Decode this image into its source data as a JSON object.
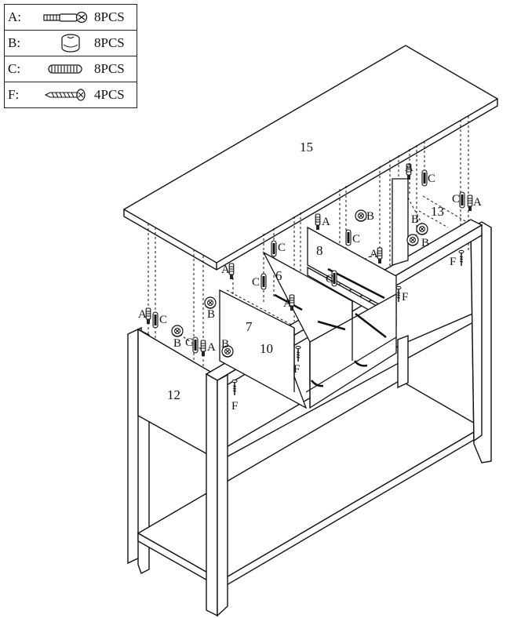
{
  "hardware": [
    {
      "code": "A:",
      "icon": "cam-bolt-icon",
      "qty": "8PCS"
    },
    {
      "code": "B:",
      "icon": "cam-lock-icon",
      "qty": "8PCS"
    },
    {
      "code": "C:",
      "icon": "wood-dowel-icon",
      "qty": "8PCS"
    },
    {
      "code": "F:",
      "icon": "screw-icon",
      "qty": "4PCS"
    }
  ],
  "panel_labels": {
    "top": "15",
    "side_left": "12",
    "divider_7": "7",
    "rail_10": "10",
    "divider_6": "6",
    "divider_8": "8",
    "side_right": "13"
  },
  "hardware_letters": {
    "a": "A",
    "b": "B",
    "c": "C",
    "f": "F"
  }
}
